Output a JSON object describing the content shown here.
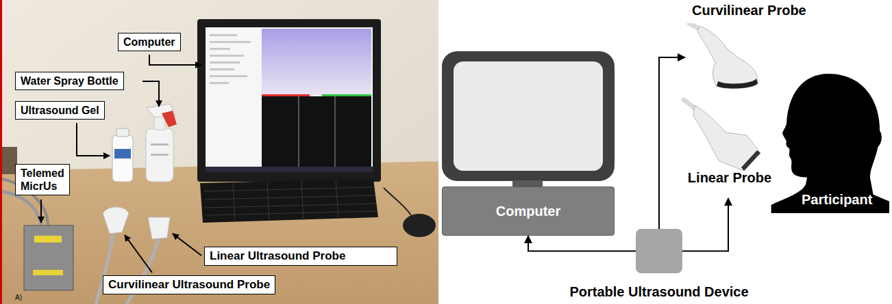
{
  "diagram": {
    "nodes": [
      {
        "text": [
          "Computer"
        ]
      },
      {
        "text": [
          "Water Spray Bottle"
        ]
      },
      {
        "text": [
          "Ultrasound Gel"
        ]
      },
      {
        "text": [
          "Telemed MicrUs"
        ]
      },
      {
        "text": [
          "Linear Ultrasound Probe"
        ]
      },
      {
        "text": [
          "Curvilinear Ultrasound Probe"
        ]
      },
      {
        "text": [
          "Curvilinear Probe"
        ]
      },
      {
        "text": [
          "Computer"
        ]
      },
      {
        "text": [
          "Linear Probe"
        ]
      },
      {
        "text": [
          "Participant"
        ]
      },
      {
        "text": [
          "Portable Ultrasound Device"
        ]
      }
    ],
    "edges": [
      {
        "from": 10,
        "to": 7,
        "arrow": "to"
      },
      {
        "from": 10,
        "to": 6,
        "arrow": "to"
      },
      {
        "from": 10,
        "to": 8,
        "arrow": "to"
      }
    ],
    "labels": [
      "A)"
    ]
  }
}
